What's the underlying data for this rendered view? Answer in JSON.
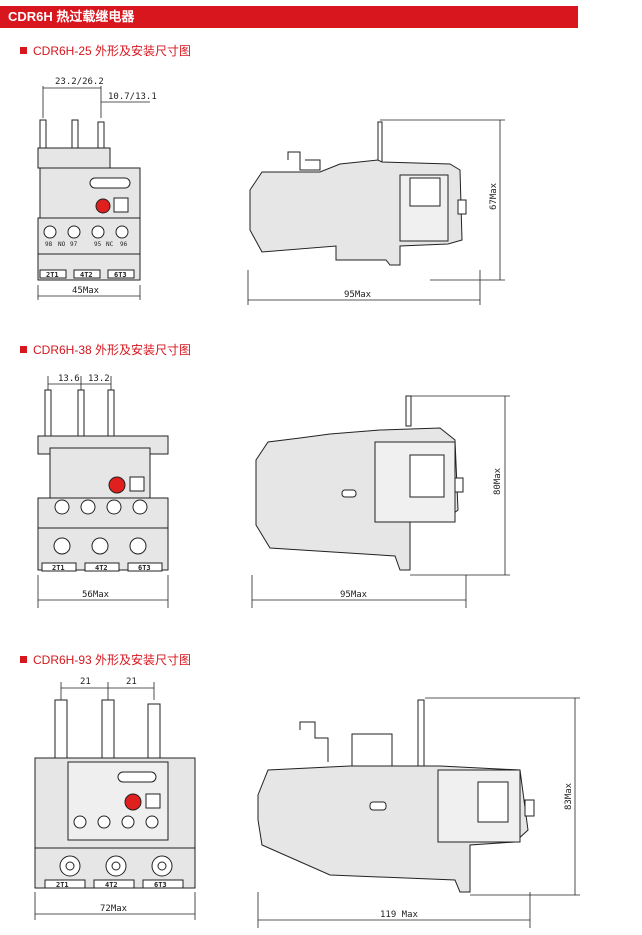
{
  "page_title": "CDR6H 热过载继电器",
  "sections": [
    {
      "heading": "CDR6H-25 外形及安装尺寸图",
      "dims": {
        "pole_spacing": "23.2/26.2",
        "offset": "10.7/13.1",
        "width": "45Max",
        "depth": "95Max",
        "height": "67Max"
      },
      "terminals": [
        "2T1",
        "4T2",
        "6T3"
      ],
      "aux_labels": [
        "98",
        "NO",
        "97",
        "95",
        "NC",
        "96"
      ]
    },
    {
      "heading": "CDR6H-38 外形及安装尺寸图",
      "dims": {
        "pole_spacing_1": "13.6",
        "pole_spacing_2": "13.2",
        "width": "56Max",
        "depth": "95Max",
        "height": "80Max"
      },
      "terminals": [
        "2T1",
        "4T2",
        "6T3"
      ]
    },
    {
      "heading": "CDR6H-93 外形及安装尺寸图",
      "dims": {
        "pole_spacing_1": "21",
        "pole_spacing_2": "21",
        "width": "72Max",
        "depth": "119 Max",
        "height": "83Max"
      },
      "terminals": [
        "2T1",
        "4T2",
        "6T3"
      ]
    }
  ],
  "colors": {
    "accent": "#d7161e",
    "body_fill": "#e6e6e6",
    "outline": "#222222"
  }
}
